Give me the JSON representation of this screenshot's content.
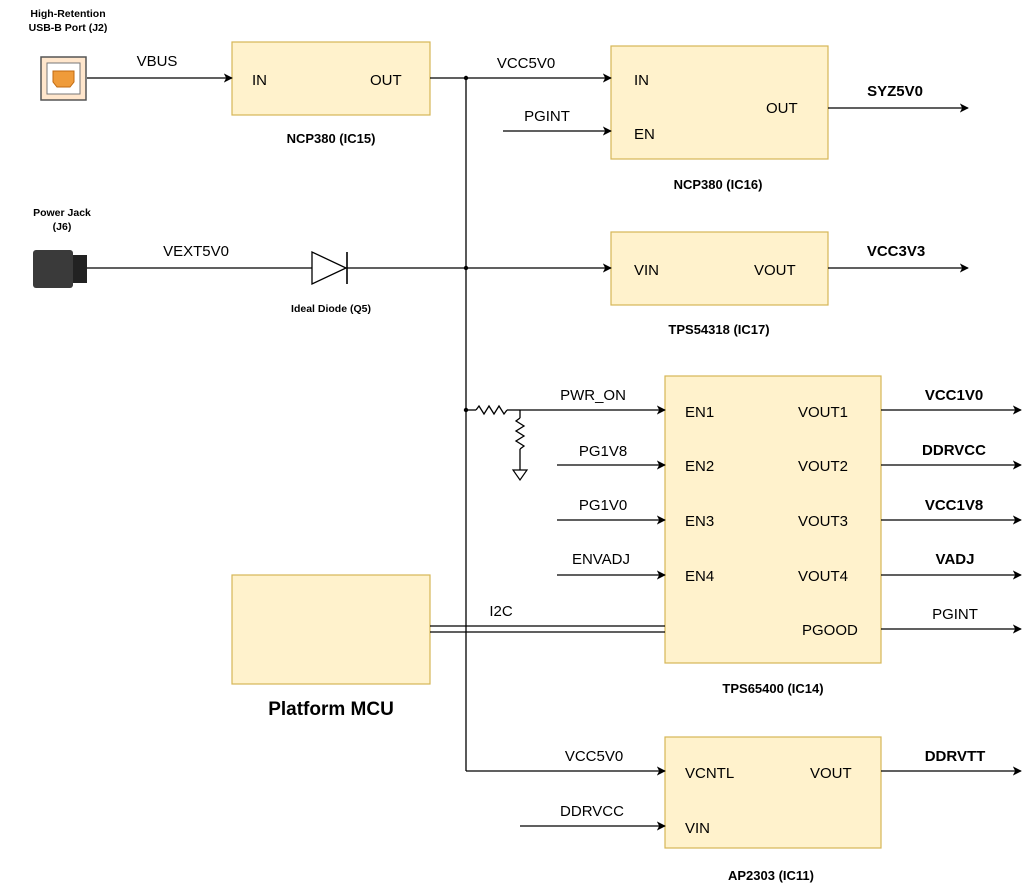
{
  "connectors": {
    "usb_label_1": "High-Retention",
    "usb_label_2": "USB-B Port (J2)",
    "jack_label_1": "Power Jack",
    "jack_label_2": "(J6)",
    "diode_label": "Ideal Diode (Q5)"
  },
  "nets": {
    "vbus": "VBUS",
    "vcc5v0_top": "VCC5V0",
    "pgint_in": "PGINT",
    "syz5v0": "SYZ5V0",
    "vext5v0": "VEXT5V0",
    "vcc3v3": "VCC3V3",
    "pwr_on": "PWR_ON",
    "pg1v8": "PG1V8",
    "pg1v0": "PG1V0",
    "envadj": "ENVADJ",
    "i2c": "I2C",
    "vcc1v0": "VCC1V0",
    "ddrvcc_out": "DDRVCC",
    "vcc1v8": "VCC1V8",
    "vadj": "VADJ",
    "pgint_out": "PGINT",
    "vcc5v0_bottom": "VCC5V0",
    "ddrvcc_in": "DDRVCC",
    "ddrvtt": "DDRVTT"
  },
  "blocks": {
    "ic15": {
      "caption": "NCP380 (IC15)",
      "pin_in": "IN",
      "pin_out": "OUT"
    },
    "ic16": {
      "caption": "NCP380 (IC16)",
      "pin_in": "IN",
      "pin_en": "EN",
      "pin_out": "OUT"
    },
    "ic17": {
      "caption": "TPS54318 (IC17)",
      "pin_vin": "VIN",
      "pin_vout": "VOUT"
    },
    "ic14": {
      "caption": "TPS65400 (IC14)",
      "pins_left": [
        "EN1",
        "EN2",
        "EN3",
        "EN4"
      ],
      "pins_right": [
        "VOUT1",
        "VOUT2",
        "VOUT3",
        "VOUT4",
        "PGOOD"
      ]
    },
    "mcu": {
      "caption": "Platform MCU"
    },
    "ic11": {
      "caption": "AP2303 (IC11)",
      "pin_vcntl": "VCNTL",
      "pin_vin": "VIN",
      "pin_vout": "VOUT"
    }
  },
  "colors": {
    "block_fill": "#fff2cc",
    "block_stroke": "#d6b656",
    "usb_fill": "#ffe6cc",
    "usb_inner": "#ef9b3a",
    "jack_fill": "#333333"
  }
}
